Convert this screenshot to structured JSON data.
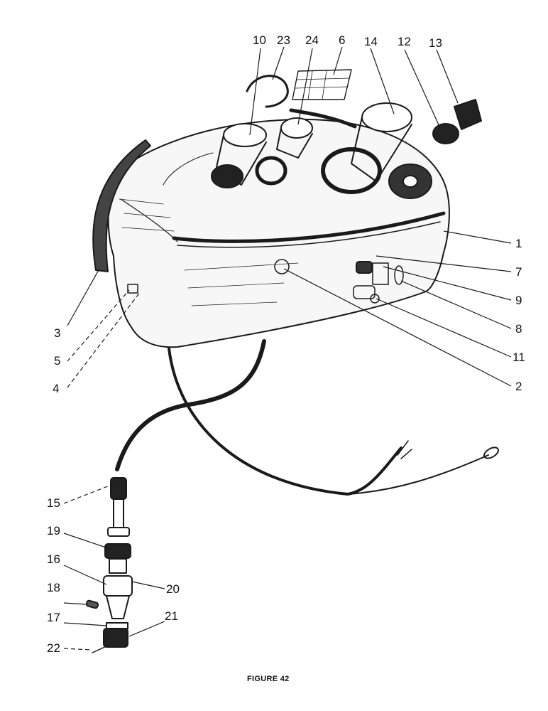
{
  "figure": {
    "caption": "FIGURE 42",
    "callouts": {
      "c1": "1",
      "c2": "2",
      "c3": "3",
      "c4": "4",
      "c5": "5",
      "c6": "6",
      "c7": "7",
      "c8": "8",
      "c9": "9",
      "c10": "10",
      "c11": "11",
      "c12": "12",
      "c13": "13",
      "c14": "14",
      "c15": "15",
      "c16": "16",
      "c17": "17",
      "c18": "18",
      "c19": "19",
      "c20": "20",
      "c21": "21",
      "c22": "22",
      "c23": "23",
      "c24": "24"
    }
  }
}
